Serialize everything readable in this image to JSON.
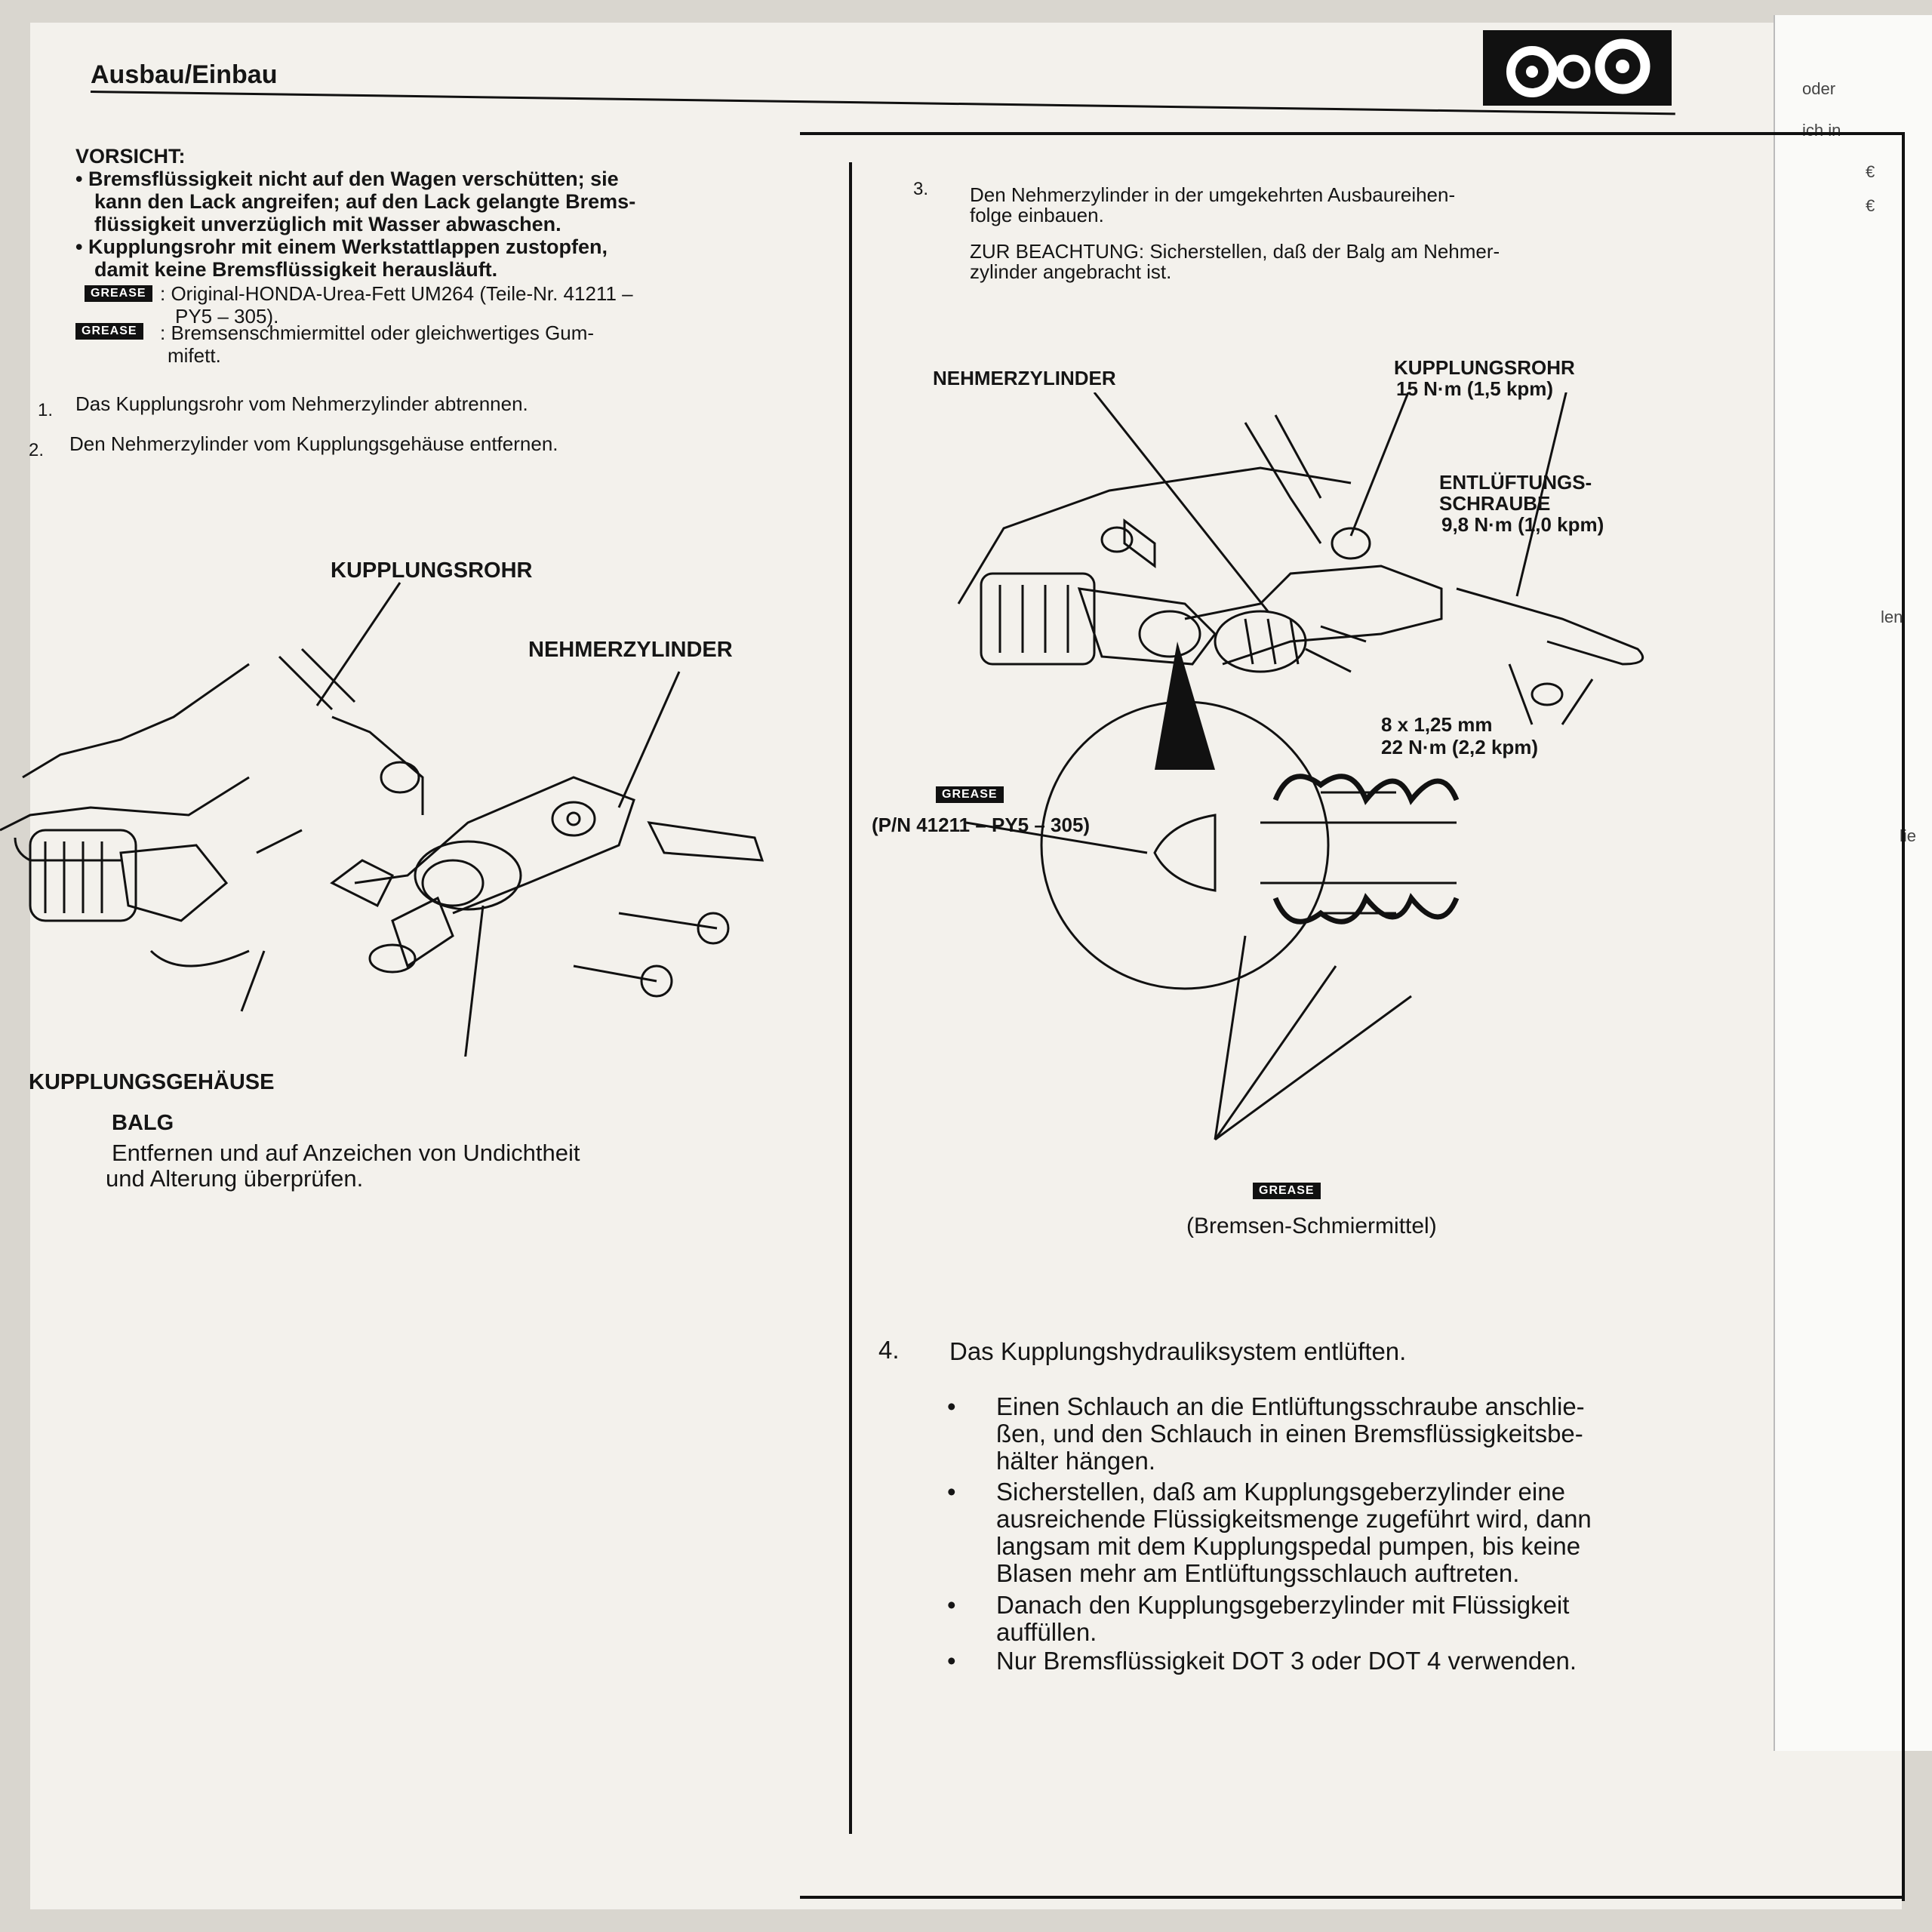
{
  "header": {
    "title": "Ausbau/Einbau"
  },
  "side_paper": {
    "line1": "oder",
    "line2": "ich in",
    "euro1": "€",
    "euro2": "€",
    "frag1": "len",
    "frag2": "lie"
  },
  "caution": {
    "title": "VORSICHT:",
    "line1": "• Bremsflüssigkeit nicht auf den Wagen verschütten; sie",
    "line2": "kann den Lack angreifen; auf den Lack gelangte Brems-",
    "line3": "flüssigkeit unverzüglich mit Wasser abwaschen.",
    "line4": "• Kupplungsrohr mit einem Werkstattlappen zustopfen,",
    "line5": "damit keine Bremsflüssigkeit herausläuft."
  },
  "grease": {
    "icon_label": "GREASE",
    "honda_1": ": Original-HONDA-Urea-Fett UM264 (Teile-Nr. 41211 –",
    "honda_2": "PY5 – 305).",
    "brake_1": ": Bremsenschmiermittel oder gleichwertiges Gum-",
    "brake_2": "mifett."
  },
  "steps_left": [
    {
      "num": "1.",
      "text": "Das Kupplungsrohr vom Nehmerzylinder abtrennen."
    },
    {
      "num": "2.",
      "text": "Den Nehmerzylinder vom Kupplungsgehäuse entfernen."
    }
  ],
  "left_diagram": {
    "kupplungsrohr": "KUPPLUNGSROHR",
    "nehmerzylinder": "NEHMERZYLINDER",
    "gehaeuse": "KUPPLUNGSGEHÄUSE",
    "balg": "BALG",
    "balg_note_1": "Entfernen und auf Anzeichen von Undichtheit",
    "balg_note_2": "und Alterung überprüfen."
  },
  "step3": {
    "num": "3.",
    "line1": "Den Nehmerzylinder in der umgekehrten Ausbaureihen-",
    "line2": "folge einbauen.",
    "note1": "ZUR BEACHTUNG: Sicherstellen, daß der Balg am Nehmer-",
    "note2": "zylinder angebracht ist."
  },
  "right_diagram": {
    "nehmerzylinder": "NEHMERZYLINDER",
    "kupplungsrohr": "KUPPLUNGSROHR",
    "kupplungsrohr_torque": "15 N·m (1,5 kpm)",
    "entl_1": "ENTLÜFTUNGS-",
    "entl_2": "SCHRAUBE",
    "entl_torque": "9,8 N·m (1,0 kpm)",
    "bolt_size": "8 x 1,25 mm",
    "bolt_torque": "22 N·m (2,2 kpm)",
    "pn": "(P/N 41211 – PY5 – 305)",
    "brake_grease": "(Bremsen-Schmiermittel)"
  },
  "step4": {
    "num": "4.",
    "text": "Das Kupplungshydrauliksystem entlüften.",
    "bullets": [
      [
        "Einen Schlauch an die Entlüftungsschraube anschlie-",
        "ßen, und den Schlauch in einen Bremsflüssigkeitsbe-",
        "hälter hängen."
      ],
      [
        "Sicherstellen, daß am Kupplungsgeberzylinder eine",
        "ausreichende Flüssigkeitsmenge zugeführt wird, dann",
        "langsam mit dem Kupplungspedal pumpen, bis keine",
        "Blasen mehr am Entlüftungsschlauch auftreten."
      ],
      [
        "Danach den Kupplungsgeberzylinder mit Flüssigkeit",
        "auffüllen."
      ],
      [
        "Nur Bremsflüssigkeit DOT 3 oder DOT 4 verwenden."
      ]
    ],
    "bullet_glyph": "•"
  }
}
